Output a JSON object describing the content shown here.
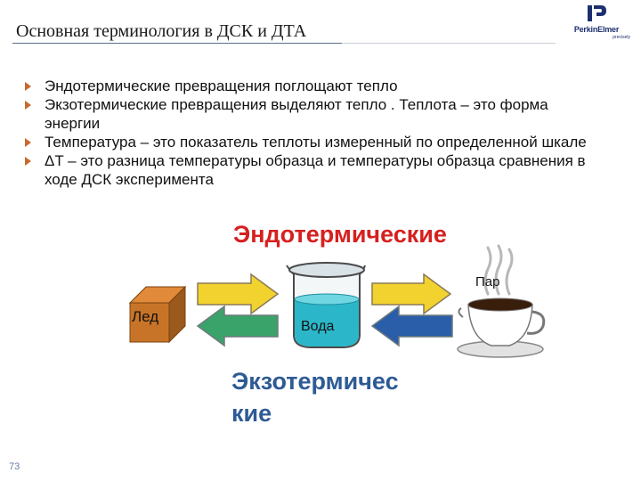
{
  "slide": {
    "title": "Основная терминология в ДСК и ДТА",
    "logo": {
      "name": "PerkinElmer",
      "tagline": "precisely"
    },
    "bullets": [
      "Эндотермические превращения поглощают тепло",
      "Экзотермические превращения выделяют тепло . Теплота – это форма энергии",
      "Температура – это показатель теплоты измеренный по определенной шкале",
      "ΔT – это разница температуры образца и температуры образца сравнения в ходе ДСК эксперимента"
    ],
    "diagram": {
      "endothermic_label": "Эндотермические",
      "exothermic_label": "Экзотермичес кие",
      "ice_label": "Лед",
      "water_label": "Вода",
      "steam_label": "Пар",
      "icons": [
        "ice-cube-icon",
        "beaker-icon",
        "coffee-cup-icon",
        "arrow-right-icon",
        "arrow-left-icon"
      ],
      "colors": {
        "endothermic": "#d6201f",
        "exothermic": "#2e5b94",
        "ice_cube": "#c87428",
        "water": "#2bb7c9",
        "arrow_yellow": "#f2d22e",
        "arrow_green": "#3aa36a",
        "arrow_blue": "#2a5ea9"
      }
    },
    "page_number": "73"
  }
}
